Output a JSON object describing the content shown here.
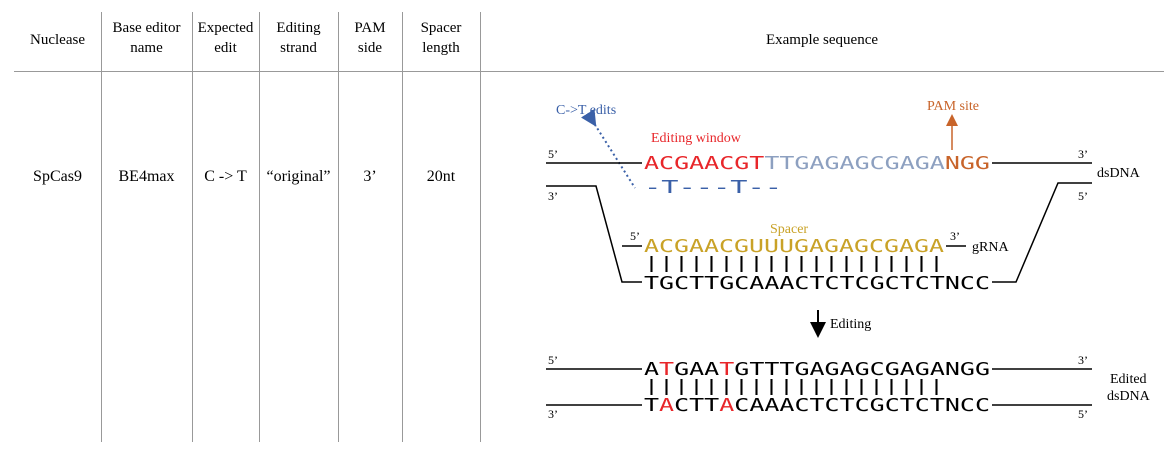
{
  "headers": {
    "nuclease": "Nuclease",
    "base_editor_name_1": "Base editor",
    "base_editor_name_2": "name",
    "expected_edit_1": "Expected",
    "expected_edit_2": "edit",
    "editing_strand_1": "Editing",
    "editing_strand_2": "strand",
    "pam_side_1": "PAM",
    "pam_side_2": "side",
    "spacer_length_1": "Spacer",
    "spacer_length_2": "length",
    "example_sequence": "Example sequence"
  },
  "row": {
    "nuclease": "SpCas9",
    "base_editor": "BE4max",
    "expected_edit": "C -> T",
    "editing_strand": "“original”",
    "pam_side": "3’",
    "spacer_length": "20nt"
  },
  "diagram": {
    "ct_edits_label": "C->T edits",
    "pam_site_label": "PAM site",
    "editing_window_label": "Editing window",
    "top_strand_window": "ACGAACGT",
    "top_strand_rest": "TTGAGAGCGAGA",
    "top_strand_pam_n": "N",
    "top_strand_pam_gg": "GG",
    "edit_marks": "-T---T--",
    "five_prime": "5’",
    "three_prime": "3’",
    "dsdna_label": "dsDNA",
    "spacer_label": "Spacer",
    "grna_seq": "ACGAACGUUUGAGAGCGAGA",
    "grna_label": "gRNA",
    "pairing_bars": "||||||||||||||||||||",
    "bottom_strand_seq": "TGCTTGCAAACTCTCGCTCT",
    "bottom_strand_pam": "NCC",
    "editing_arrow_label": "Editing",
    "edited_top_1": "A",
    "edited_top_2": "T",
    "edited_top_3": "GAA",
    "edited_top_4": "T",
    "edited_top_5": "GTTTGAGAGCGAGANGG",
    "edited_bars": "||||||||||||||||||||",
    "edited_bottom_1": "T",
    "edited_bottom_2": "A",
    "edited_bottom_3": "CTT",
    "edited_bottom_4": "A",
    "edited_bottom_5": "CAAACTCTCGCTCTNCC",
    "edited_dsdna_1": "Edited",
    "edited_dsdna_2": "dsDNA"
  },
  "colors": {
    "red": "#e8262a",
    "grey_blue": "#8da0c0",
    "orange": "#c8642a",
    "blue": "#3a60a8",
    "gold": "#c9a227"
  }
}
